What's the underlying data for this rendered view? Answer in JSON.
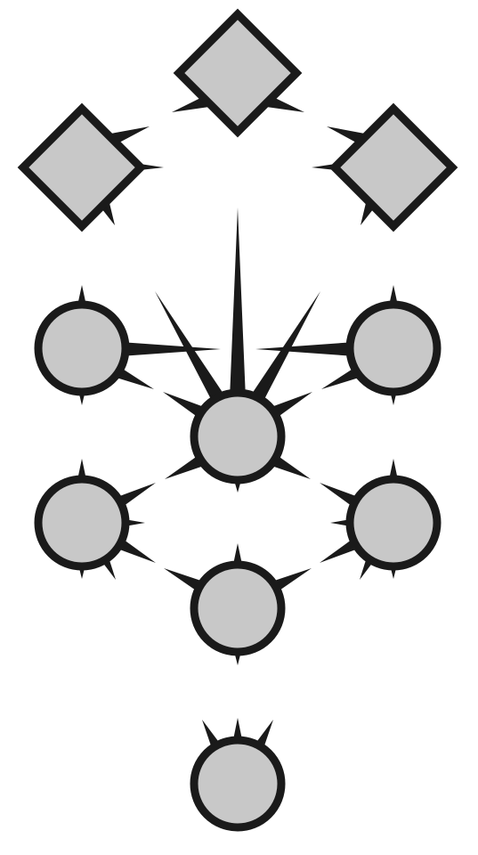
{
  "colors": {
    "background": "#ffffff",
    "node_fill": "#c8c8c8",
    "stroke": "#1a1a1a"
  },
  "diagram": {
    "node_count": 10,
    "diamond_nodes": 3,
    "circle_nodes": 7
  }
}
